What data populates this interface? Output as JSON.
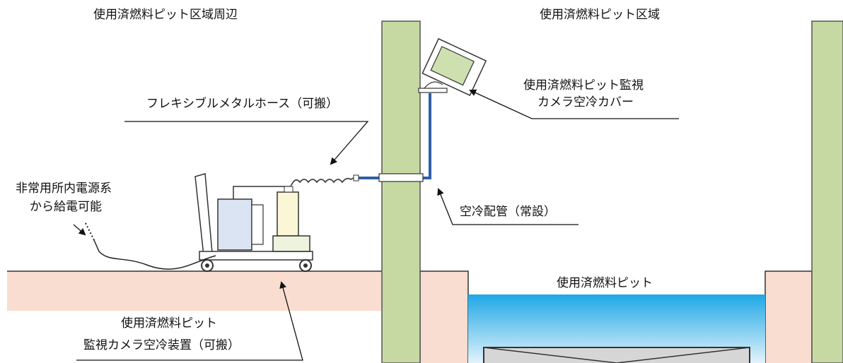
{
  "regions": {
    "left_title": "使用済燃料ピット区域周辺",
    "right_title": "使用済燃料ピット区域"
  },
  "labels": {
    "hose": "フレキシブルメタルホース（可搬）",
    "camera_cover_line1": "使用済燃料ピット監視",
    "camera_cover_line2": "カメラ空冷カバー",
    "pipe": "空冷配管（常設）",
    "power_line1": "非常用所内電源系",
    "power_line2": "から給電可能",
    "pit": "使用済燃料ピット",
    "device_line1": "使用済燃料ピット",
    "device_line2": "監視カメラ空冷装置（可搬）"
  },
  "colors": {
    "wall": "#c6d9a3",
    "floor": "#f8ddd0",
    "water_top": "#1ea7e6",
    "water_bottom": "#e2f3fb",
    "pipe": "#2f5fa8",
    "outline": "#333333"
  }
}
